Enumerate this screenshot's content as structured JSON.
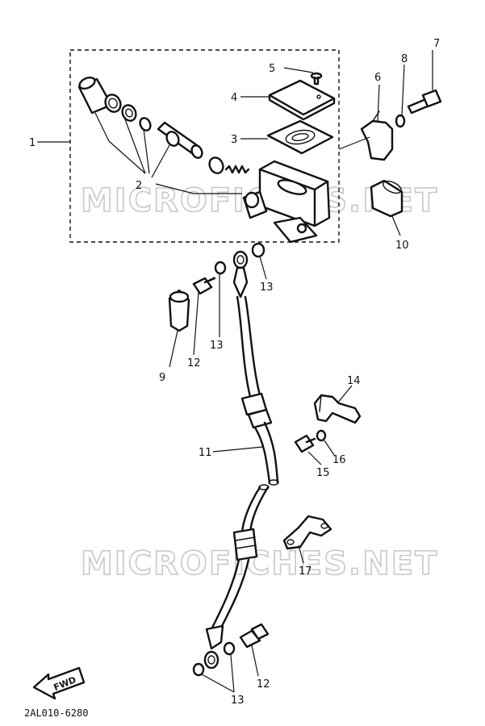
{
  "watermarks": [
    "MICROFICHES.NET",
    "MICROFICHES.NET"
  ],
  "diagram_code": "2AL010-6280",
  "fwd_label": "FWD",
  "part_labels": {
    "p1": "1",
    "p2": "2",
    "p3": "3",
    "p4": "4",
    "p5": "5",
    "p6": "6",
    "p7": "7",
    "p8": "8",
    "p9": "9",
    "p10": "10",
    "p11": "11",
    "p12a": "12",
    "p12b": "12",
    "p13a": "13",
    "p13b": "13",
    "p13c": "13",
    "p14": "14",
    "p15": "15",
    "p16": "16",
    "p17": "17"
  }
}
